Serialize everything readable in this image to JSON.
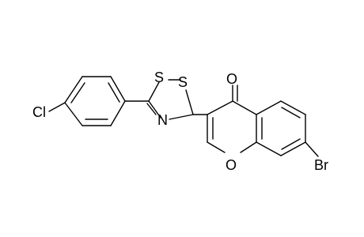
{
  "molecule": {
    "atoms": {
      "cl": "Cl",
      "s1": "S",
      "s2": "S",
      "n": "N",
      "o_carbonyl": "O",
      "o_ring": "O",
      "br": "Br"
    },
    "colors": {
      "bond": "#000000",
      "label": "#000000",
      "background": "#ffffff"
    }
  }
}
